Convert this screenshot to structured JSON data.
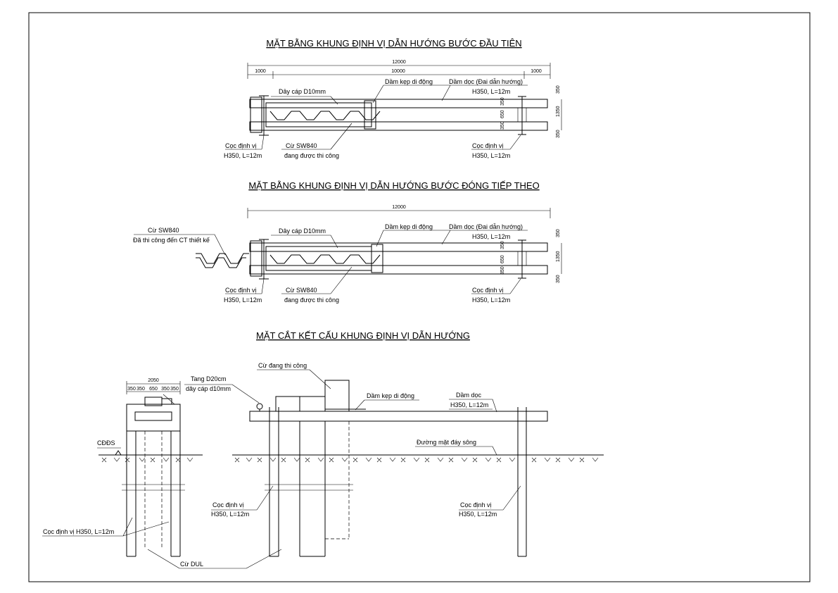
{
  "titles": {
    "plan1": "MẶT BẰNG KHUNG ĐỊNH VỊ DẪN HƯỚNG BƯỚC ĐẦU TIÊN",
    "plan2": "MẶT BẰNG KHUNG ĐỊNH VỊ DẪN HƯỚNG BƯỚC ĐÓNG TIẾP THEO",
    "section": "MẶT CẮT KẾT CẤU KHUNG ĐỊNH VỊ DẪN HƯỚNG"
  },
  "dims": {
    "d12000": "12000",
    "d1000": "1000",
    "d10000": "10000",
    "d350": "350",
    "d650": "650",
    "d1350": "1350",
    "d2050": "2050"
  },
  "labels": {
    "day_cap": "Dây cáp D10mm",
    "dam_kep": "Dầm kẹp di động",
    "dam_doc_dai": "Dầm dọc (Đai dẫn hướng)",
    "h350": "H350, L=12m",
    "coc_dinh_vi": "Cọc định vị",
    "cu_sw840": "Cừ SW840",
    "dang_thi_cong": "đang được thi công",
    "da_thi_cong": "Đã thi công đến CT thiết kế",
    "tang": "Tang D20cm",
    "day_cap_small": "dây cáp d10mm",
    "cu_dang_thi_cong": "Cừ đang thi công",
    "dam_doc": "Dầm dọc",
    "cdds": "CĐĐS",
    "duong_mat": "Đường mặt đáy sông",
    "coc_h350": "Cọc định vị H350, L=12m",
    "cu_dul": "Cừ DUL"
  }
}
